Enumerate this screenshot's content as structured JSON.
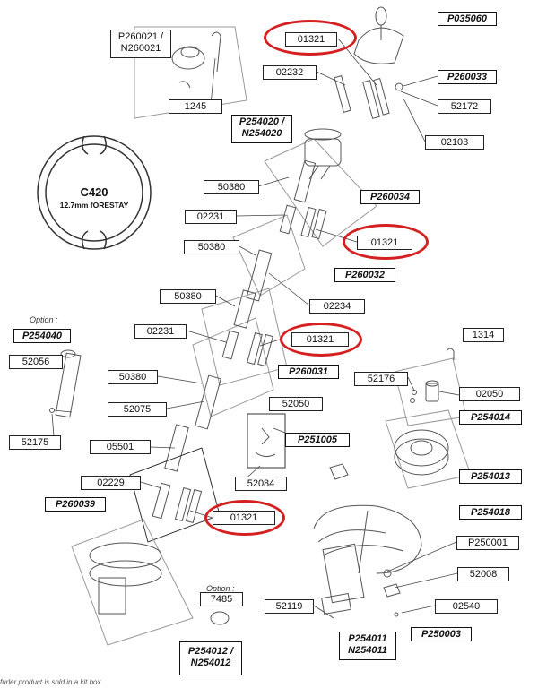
{
  "profile": {
    "title": "C420",
    "subtitle": "12.7mm fORESTAY"
  },
  "option_text": "Option :",
  "labels": {
    "p035060": "P035060",
    "n01321_a": "01321",
    "p260021": "P260021 / N260021",
    "n02232": "02232",
    "p260033": "P260033",
    "n52172": "52172",
    "n1245": "1245",
    "p254020": "P254020 / N254020",
    "n02103": "02103",
    "n50380_a": "50380",
    "p260034": "P260034",
    "n02231_a": "02231",
    "n01321_b": "01321",
    "n50380_b": "50380",
    "p260032": "P260032",
    "n50380_c": "50380",
    "n02234": "02234",
    "n02231_b": "02231",
    "n01321_c": "01321",
    "p254040": "P254040",
    "n1314": "1314",
    "n52056": "52056",
    "n50380_d": "50380",
    "p260031": "P260031",
    "n52176": "52176",
    "n02050": "02050",
    "n52050": "52050",
    "n52075": "52075",
    "p254014": "P254014",
    "n52175": "52175",
    "p251005": "P251005",
    "n05501": "05501",
    "p254013": "P254013",
    "n02229": "02229",
    "n52084": "52084",
    "p260039": "P260039",
    "n01321_d": "01321",
    "p254018": "P254018",
    "p250001": "P250001",
    "n52008": "52008",
    "n7485": "7485",
    "n52119": "52119",
    "n02540": "02540",
    "p254011": "P254011 N254011",
    "p250003": "P250003",
    "p254012": "P254012 / N254012"
  },
  "footer_text": "furler product is sold in a kit box",
  "highlight_color": "#d42020"
}
